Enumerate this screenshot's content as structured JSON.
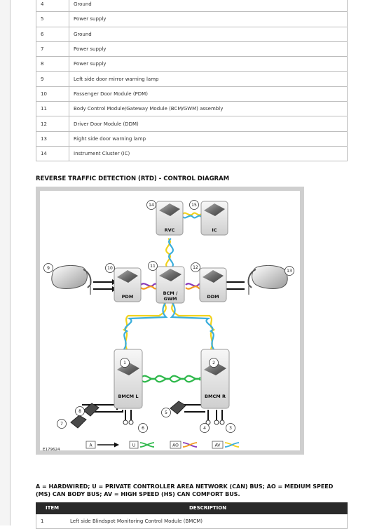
{
  "top_table": {
    "rows": [
      {
        "item": "4",
        "description": "Ground"
      },
      {
        "item": "5",
        "description": "Power supply"
      },
      {
        "item": "6",
        "description": "Ground"
      },
      {
        "item": "7",
        "description": "Power supply"
      },
      {
        "item": "8",
        "description": "Power supply"
      },
      {
        "item": "9",
        "description": "Left side door mirror warning lamp"
      },
      {
        "item": "10",
        "description": "Passenger Door Module (PDM)"
      },
      {
        "item": "11",
        "description": "Body Control Module/Gateway Module (BCM/GWM) assembly"
      },
      {
        "item": "12",
        "description": "Driver Door Module (DDM)"
      },
      {
        "item": "13",
        "description": "Right side door warning lamp"
      },
      {
        "item": "14",
        "description": "Instrument Cluster (IC)"
      }
    ]
  },
  "section_heading": "REVERSE TRAFFIC DETECTION (RTD) - CONTROL DIAGRAM",
  "diagram": {
    "modules": {
      "rvc": "RVC",
      "ic": "IC",
      "pdm": "PDM",
      "bcm_line1": "BCM /",
      "bcm_line2": "GWM",
      "ddm": "DDM",
      "bmcm_l": "BMCM L",
      "bmcm_r": "BMCM R"
    },
    "callouts": {
      "n1": "1",
      "n2": "2",
      "n3": "3",
      "n4": "4",
      "n5": "5",
      "n6": "6",
      "n7": "7",
      "n8": "8",
      "n9": "9",
      "n10": "10",
      "n11": "11",
      "n12": "12",
      "n13": "13",
      "n14": "14",
      "n15": "15"
    },
    "figure_id": "E179624",
    "legend": {
      "a": "A",
      "u": "U",
      "ao": "AO",
      "av": "AV"
    },
    "colors": {
      "u": "#2db84a",
      "ao": "#8a3ab9",
      "av": "#f2d21b",
      "av_pair": "#3aaedc",
      "ao_pair": "#f29a1f"
    }
  },
  "legend_text": "A = HARDWIRED; U = PRIVATE CONTROLLER AREA NETWORK (CAN) BUS; AO = MEDIUM SPEED (MS) CAN BODY BUS; AV = HIGH SPEED (HS) CAN COMFORT BUS.",
  "bottom_table": {
    "header_item": "ITEM",
    "header_description": "DESCRIPTION",
    "rows": [
      {
        "item": "1",
        "description": "Left side Blindspot Monitoring Control Module (BMCM)"
      }
    ]
  }
}
